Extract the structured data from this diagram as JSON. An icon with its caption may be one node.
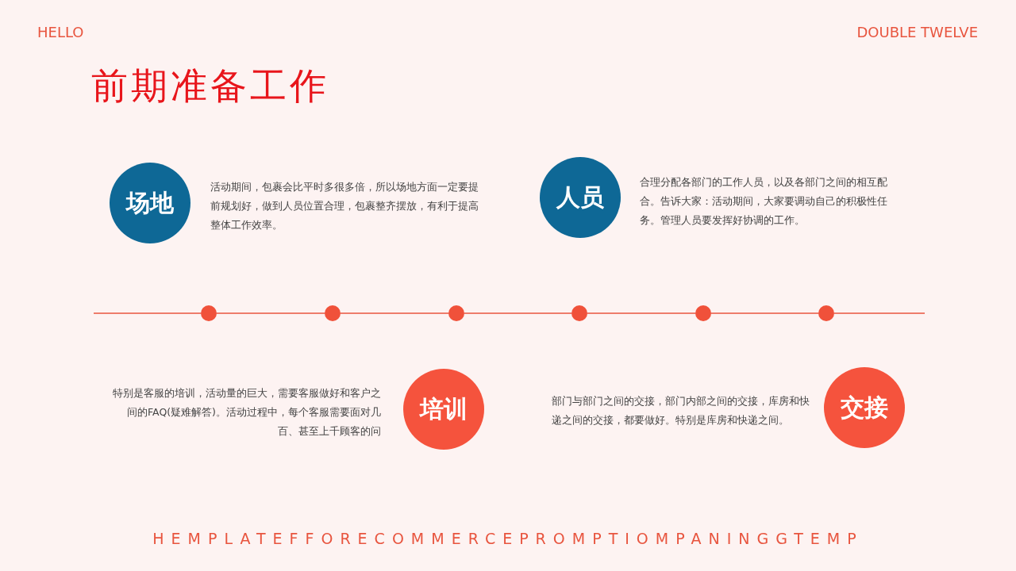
{
  "diagram": {
    "title": "前期准备工作",
    "nodes": [
      {
        "text": [
          "场地"
        ],
        "beside": [
          "活动期间，包裹会比平时多很多倍，所以场地方面一定要提前规划好，做到人员位置合理，包裹整齐摆放，有利于提高整体工作效率。"
        ]
      },
      {
        "text": [
          "人员"
        ],
        "beside": [
          "合理分配各部门的工作人员，以及各部门之间的相互配合。告诉大家：活动期间，大家要调动自己的积极性任务。管理人员要发挥好协调的工作。"
        ]
      },
      {
        "text": [
          "培训"
        ],
        "beside": [
          "特别是客服的培训，活动量的巨大，需要客服做好和客户之间的FAQ(疑难解答)。活动过程中，每个客服需要面对几百、甚至上千顾客的问"
        ]
      },
      {
        "text": [
          "交接"
        ],
        "beside": [
          "部门与部门之间的交接，部门内部之间的交接，库房和快递之间的交接，都要做好。特别是库房和快递之间。"
        ]
      },
      {
        "text": [],
        "shape": "circle"
      },
      {
        "text": [],
        "shape": "circle"
      },
      {
        "text": [],
        "shape": "circle"
      },
      {
        "text": [],
        "shape": "circle"
      },
      {
        "text": [],
        "shape": "circle"
      },
      {
        "text": [],
        "shape": "circle"
      }
    ],
    "edges": [
      {
        "from": 4,
        "to": 5,
        "arrow": "none"
      },
      {
        "from": 5,
        "to": 6,
        "arrow": "none"
      },
      {
        "from": 6,
        "to": 7,
        "arrow": "none"
      },
      {
        "from": 7,
        "to": 8,
        "arrow": "none"
      },
      {
        "from": 8,
        "to": 9,
        "arrow": "none"
      }
    ],
    "labels": [
      "HELLO",
      "DOUBLE TWELVE",
      "HEMPLATEFFORECOMMERCEPROMPTIOMPANINGGTEMP"
    ]
  }
}
